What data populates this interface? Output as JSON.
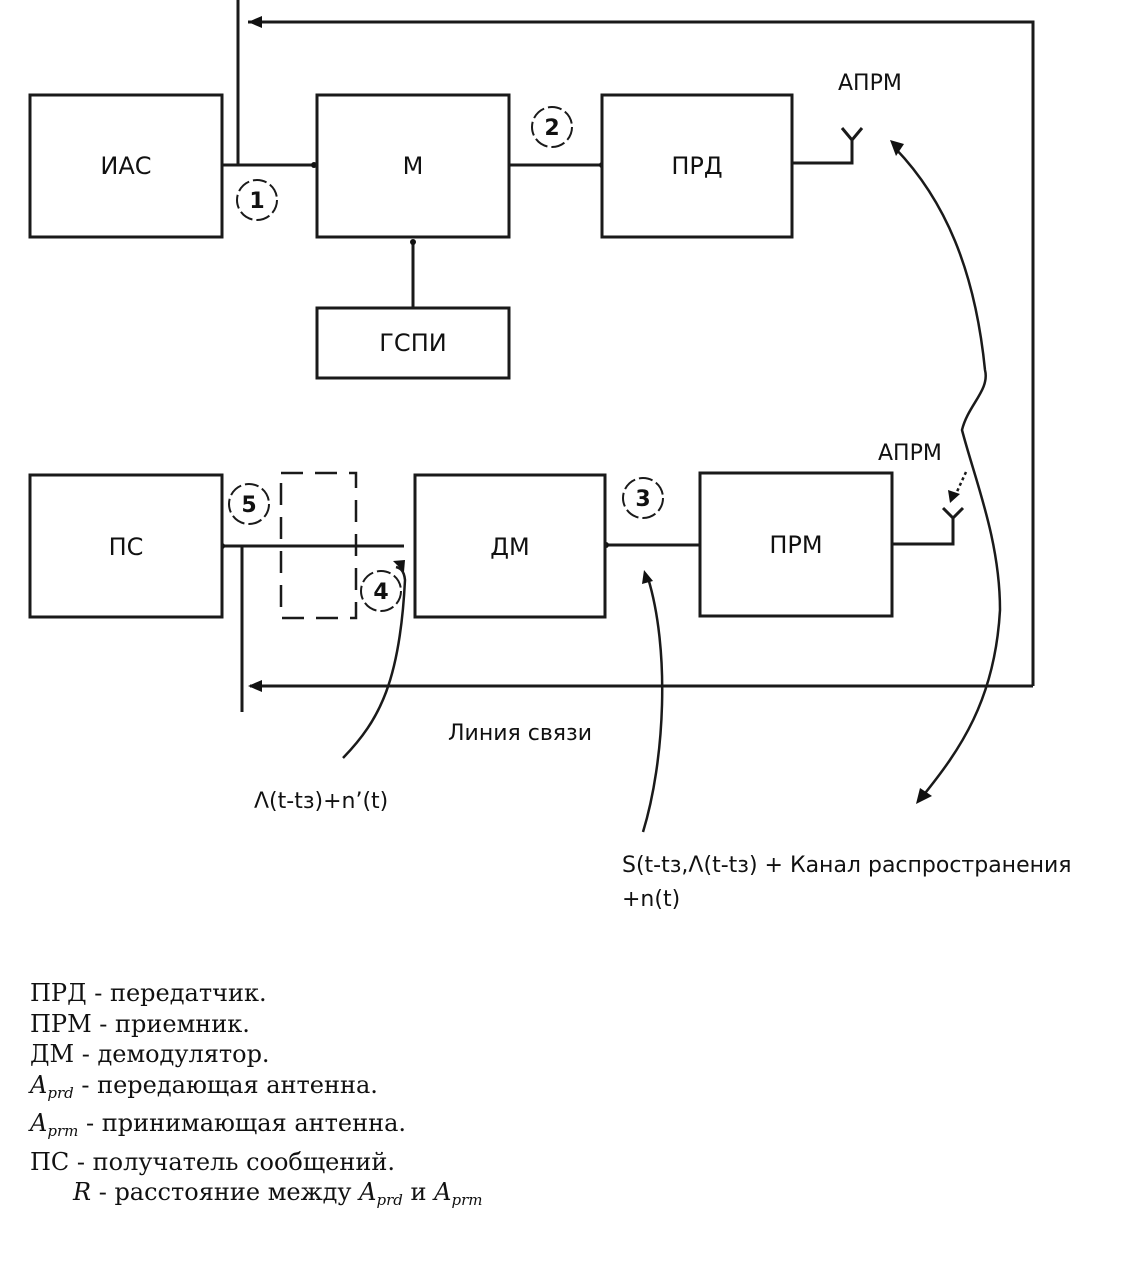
{
  "diagram": {
    "blocks": {
      "ias": "ИАС",
      "modulator": "М",
      "transmitter": "ПРД",
      "pulse_generator": "ГСПИ",
      "receiver_end": "ПС",
      "demodulator": "ДМ",
      "receiver": "ПРМ"
    },
    "antenna_labels": {
      "transmit": "АПРМ",
      "receive": "АПРМ"
    },
    "points": [
      "1",
      "2",
      "3",
      "4",
      "5"
    ],
    "labels": {
      "comm_line": "Линия связи",
      "lambda_noise": "Λ(t-tз)+n’(t)",
      "signal_line1": "S(t-tз,Λ(t-tз) + Канал распространения",
      "signal_line2": "+n(t)"
    }
  },
  "legend": [
    {
      "symbol": "ПРД",
      "sub": "",
      "text": " - передатчик."
    },
    {
      "symbol": "ПРМ",
      "sub": "",
      "text": " - приемник."
    },
    {
      "symbol": "ДМ",
      "sub": "",
      "text": " - демодулятор."
    },
    {
      "symbol": "A",
      "sub": "prd",
      "text": " - передающая антенна."
    },
    {
      "symbol": "A",
      "sub": "prm",
      "text": " - принимающая антенна."
    },
    {
      "symbol": "ПС",
      "sub": "",
      "text": " - получатель сообщений."
    }
  ],
  "legend_last": {
    "symbol": "R",
    "text": " - расстояние между ",
    "a1": "A",
    "a1_sub": "prd",
    "conj": " и ",
    "a2": "A",
    "a2_sub": "prm"
  }
}
